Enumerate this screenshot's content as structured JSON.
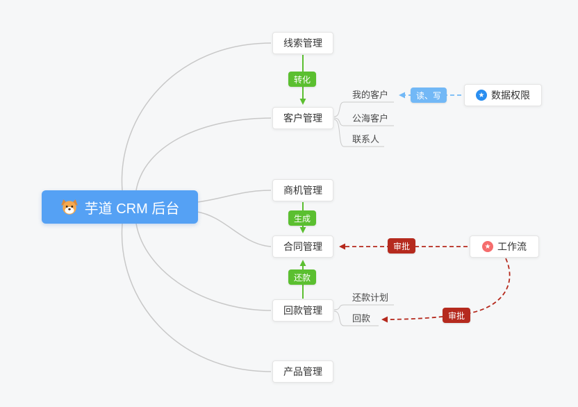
{
  "canvas": {
    "background": "#f6f7f8"
  },
  "colors": {
    "root_blue": "#55a1f4",
    "badge_green": "#5bbf30",
    "badge_red": "#b5291d",
    "badge_blue": "#72b8f6",
    "line_gray": "#c8c8c8",
    "icon_blue": "#2a8ef0",
    "icon_pink": "#f56c6c"
  },
  "root": {
    "label": "芋道 CRM 后台",
    "icon": "dog-face-icon"
  },
  "nodes": {
    "leads": {
      "label": "线索管理"
    },
    "customers": {
      "label": "客户管理"
    },
    "opportunities": {
      "label": "商机管理"
    },
    "contracts": {
      "label": "合同管理"
    },
    "receivables": {
      "label": "回款管理"
    },
    "products": {
      "label": "产品管理"
    },
    "data_permission": {
      "label": "数据权限",
      "icon": "star-circle-icon"
    },
    "workflow": {
      "label": "工作流",
      "icon": "star-circle-icon"
    }
  },
  "sub_nodes": {
    "my_customers": "我的客户",
    "public_customers": "公海客户",
    "contacts": "联系人",
    "repayment_plan": "还款计划",
    "receivable": "回款"
  },
  "edge_labels": {
    "convert": "转化",
    "generate": "生成",
    "repay": "还款",
    "read_write": "读、写",
    "approve_contract": "审批",
    "approve_receivable": "审批"
  },
  "icons": {
    "star_glyph": "★"
  }
}
